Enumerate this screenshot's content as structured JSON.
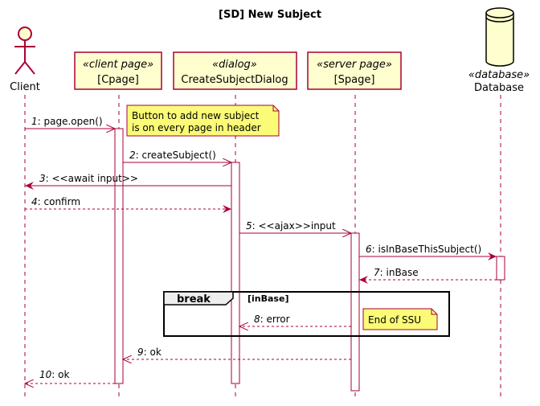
{
  "title": "[SD] New Subject",
  "participants": {
    "client": {
      "name": "Client"
    },
    "cpage": {
      "stereotype": "«client page»",
      "name": "[Cpage]"
    },
    "dialog": {
      "stereotype": "«dialog»",
      "name": "CreateSubjectDialog"
    },
    "spage": {
      "stereotype": "«server page»",
      "name": "[Spage]"
    },
    "database": {
      "stereotype": "«database»",
      "name": "Database"
    }
  },
  "note_header": {
    "line1": "Button to add new subject",
    "line2": "is on every page in header"
  },
  "note_ssu": {
    "text": "End of SSU"
  },
  "messages": [
    {
      "num": "1",
      "text": ": page.open()"
    },
    {
      "num": "2",
      "text": ": createSubject()"
    },
    {
      "num": "3",
      "text": ": <<await input>>"
    },
    {
      "num": "4",
      "text": ": confirm"
    },
    {
      "num": "5",
      "text": ": <<ajax>>input"
    },
    {
      "num": "6",
      "text": ": isInBaseThisSubject()"
    },
    {
      "num": "7",
      "text": ": inBase"
    },
    {
      "num": "8",
      "text": ": error"
    },
    {
      "num": "9",
      "text": ": ok"
    },
    {
      "num": "10",
      "text": ": ok"
    }
  ],
  "fragment": {
    "operator": "break",
    "guard": "[inBase]"
  },
  "colors": {
    "line": "#a80036",
    "box_fill": "#fefece",
    "note_fill": "#fbfb77",
    "lifeline": "#a80036"
  }
}
